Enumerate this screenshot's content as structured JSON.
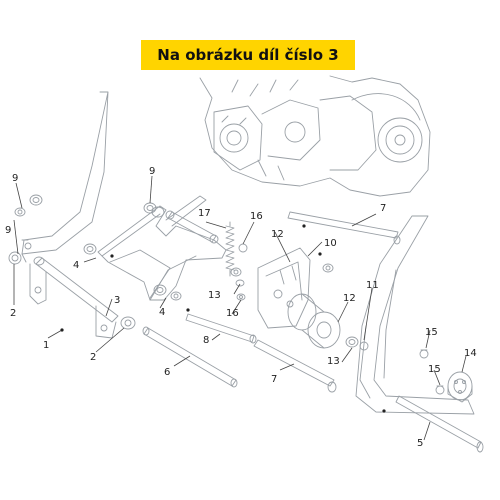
{
  "banner": {
    "text": "Na obrázku díl číslo 3",
    "color": "#ffd400"
  },
  "callouts": {
    "c1": "1",
    "c2a": "2",
    "c2b": "2",
    "c3": "3",
    "c4a": "4",
    "c4b": "4",
    "c5": "5",
    "c6": "6",
    "c7a": "7",
    "c7b": "7",
    "c8": "8",
    "c9a": "9",
    "c9b": "9",
    "c9c": "9",
    "c10": "10",
    "c11": "11",
    "c12a": "12",
    "c12b": "12",
    "c13a": "13",
    "c13b": "13",
    "c14": "14",
    "c15a": "15",
    "c15b": "15",
    "c16a": "16",
    "c16b": "16",
    "c17": "17"
  }
}
